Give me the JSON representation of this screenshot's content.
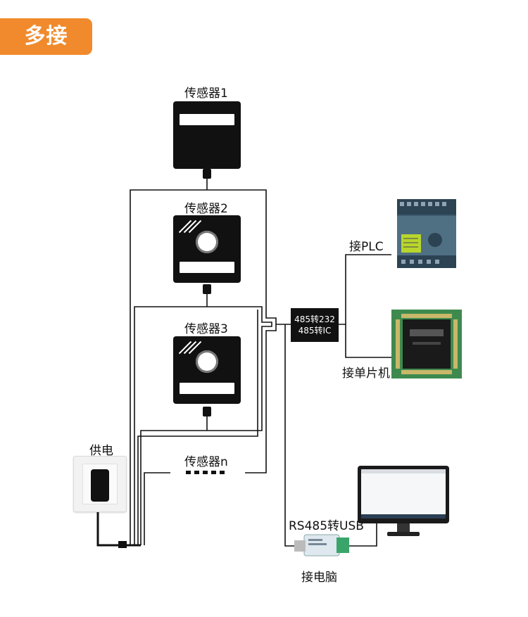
{
  "badge": {
    "label": "多接"
  },
  "sensors": [
    {
      "label": "传感器1"
    },
    {
      "label": "传感器2"
    },
    {
      "label": "传感器3"
    },
    {
      "label": "传感器n"
    }
  ],
  "power": {
    "label": "供电"
  },
  "converter": {
    "line1": "485转232",
    "line2": "485转IC"
  },
  "targets": {
    "plc": "接PLC",
    "mcu": "接单片机",
    "pc": "接电脑",
    "usb_converter": "RS485转USB"
  },
  "colors": {
    "badge": "#f08a2c",
    "device": "#111111",
    "wire": "#111111"
  }
}
